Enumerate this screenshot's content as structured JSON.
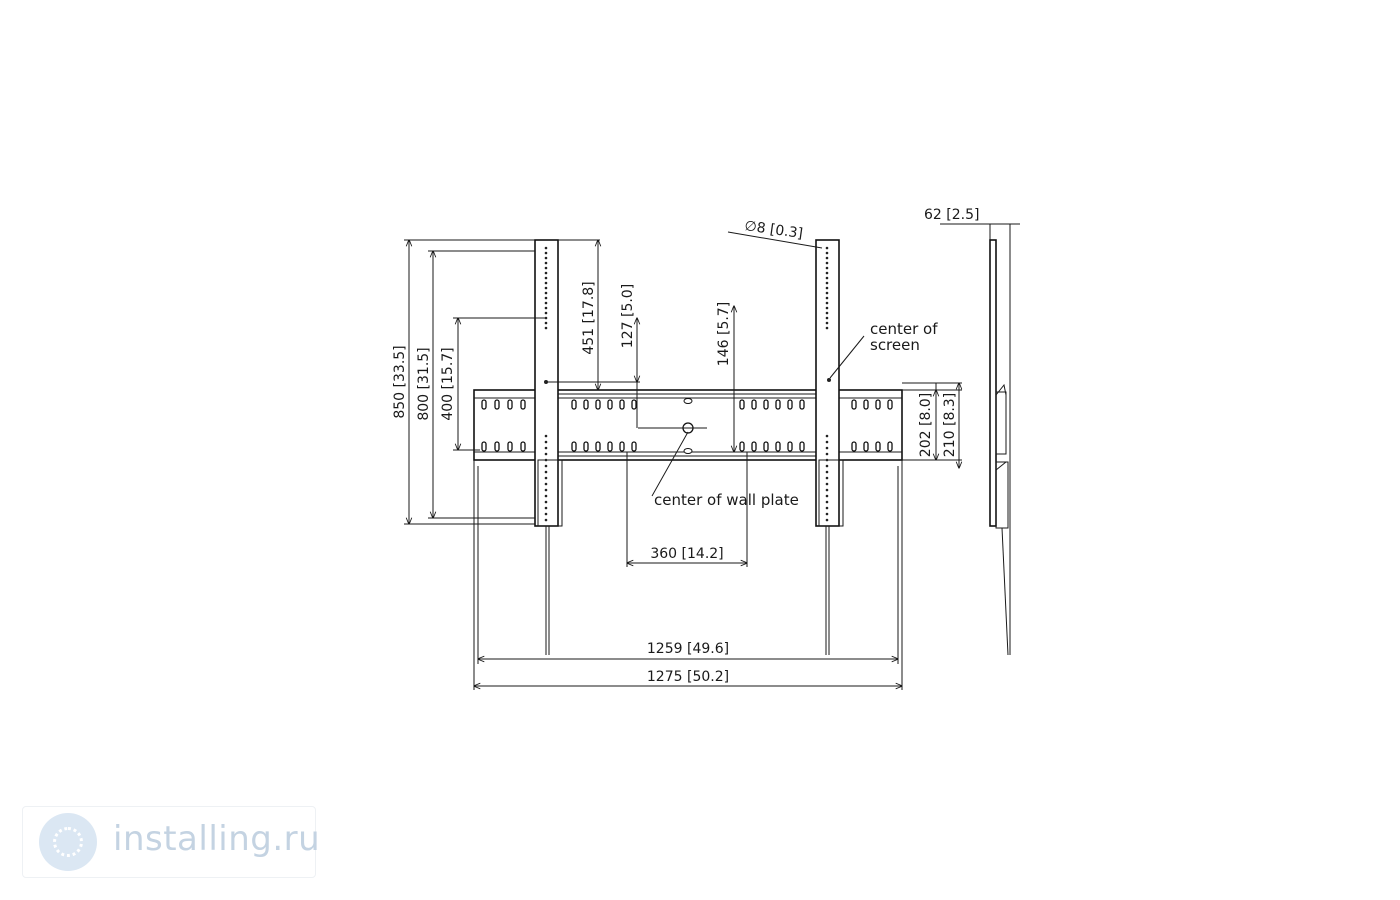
{
  "dimensions": {
    "total_height": "850",
    "total_height_in": "33.5",
    "arm_length": "800",
    "arm_length_in": "31.5",
    "hole_span": "400",
    "hole_span_in": "15.7",
    "upper_offset": "451",
    "upper_offset_in": "17.8",
    "center_offset_a": "127",
    "center_offset_a_in": "5.0",
    "center_offset_b": "146",
    "center_offset_b_in": "5.7",
    "hole_diameter": "8",
    "hole_diameter_in": "0.3",
    "depth": "62",
    "depth_in": "2.5",
    "plate_height_a": "202",
    "plate_height_a_in": "8.0",
    "plate_height_b": "210",
    "plate_height_b_in": "8.3",
    "center_span": "360",
    "center_span_in": "14.2",
    "width_inner": "1259",
    "width_inner_in": "49.6",
    "width_outer": "1275",
    "width_outer_in": "50.2"
  },
  "labels": {
    "diameter_symbol": "∅",
    "center_of_screen_1": "center of",
    "center_of_screen_2": "screen",
    "center_of_wall_plate": "center of wall plate"
  },
  "watermark": {
    "text": "installing.ru",
    "color": "#c4d3e2"
  }
}
